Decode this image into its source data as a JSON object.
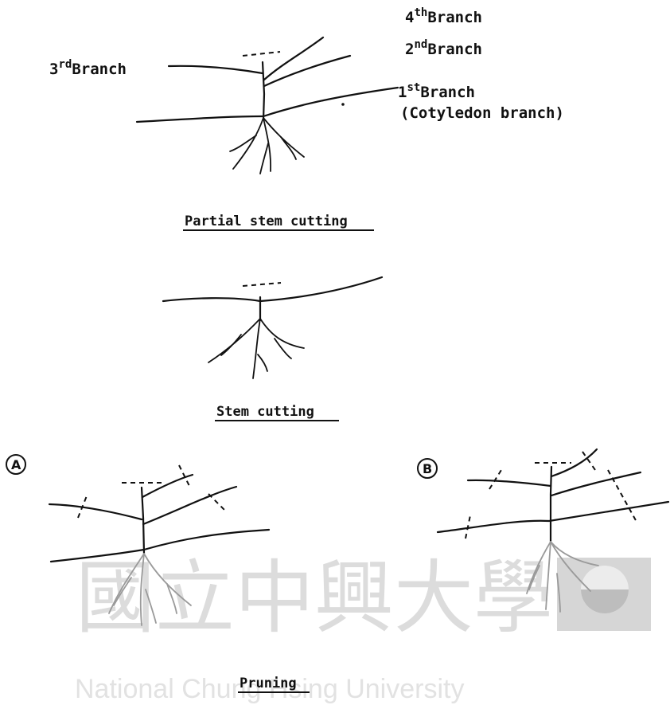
{
  "labels": {
    "branch4": {
      "num": "4",
      "sup": "th",
      "word": "Branch"
    },
    "branch2": {
      "num": "2",
      "sup": "nd",
      "word": "Branch"
    },
    "branch3": {
      "num": "3",
      "sup": "rd",
      "word": "Branch"
    },
    "branch1": {
      "num": "1",
      "sup": "st",
      "word": "Branch",
      "note": "(Cotyledon branch)"
    }
  },
  "captions": {
    "partial": "Partial stem cutting",
    "stem": "Stem cutting",
    "pruning": "Pruning"
  },
  "markers": {
    "a": "A",
    "b": "B"
  },
  "watermark": {
    "chinese": "國立中興大學",
    "english": "National Chung Hsing University"
  }
}
